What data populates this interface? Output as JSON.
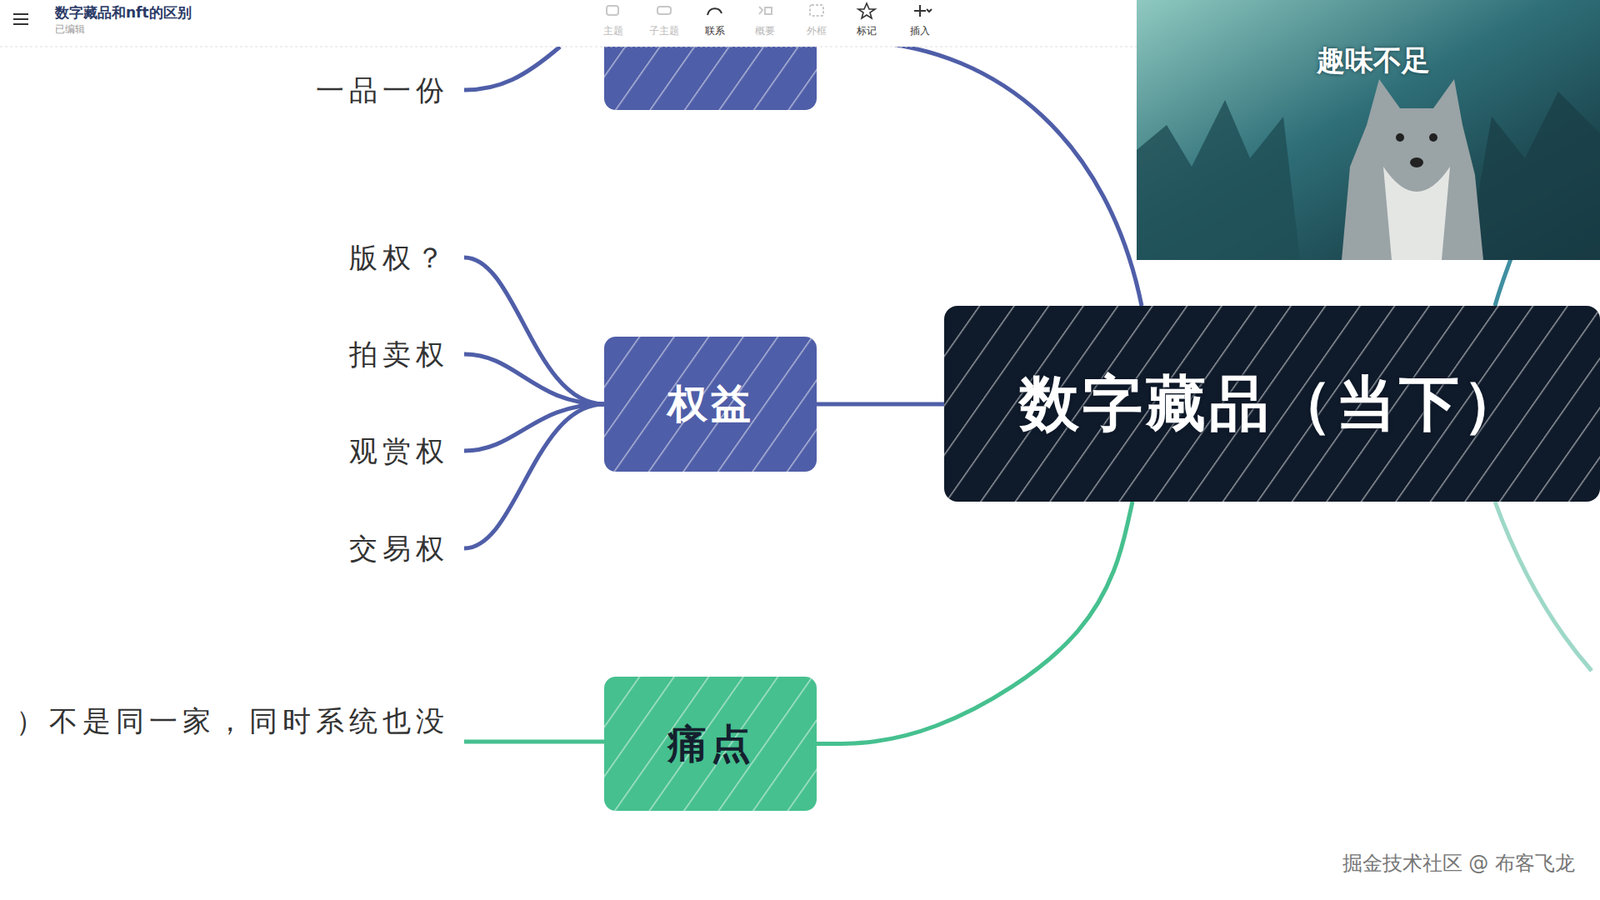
{
  "diagram": {
    "title": "数字藏品和nft的区别",
    "nodes": [
      {
        "text": [
          "数字藏品（当下）"
        ]
      },
      {
        "text": [
          "权益"
        ]
      },
      {
        "text": [
          "痛点"
        ]
      }
    ],
    "edges": [
      {
        "from": 0,
        "to": 1,
        "arrow": "none"
      },
      {
        "from": 0,
        "to": 2,
        "arrow": "none"
      }
    ],
    "labels": [
      "已编辑",
      "主题",
      "子主题",
      "联系",
      "概要",
      "外框",
      "标记",
      "插入",
      "一品一份",
      "版权？",
      "拍卖权",
      "观赏权",
      "交易权",
      "）不是同一家，同时系统也没",
      "趣味不足",
      "掘金技术社区 @ 布客飞龙"
    ]
  }
}
